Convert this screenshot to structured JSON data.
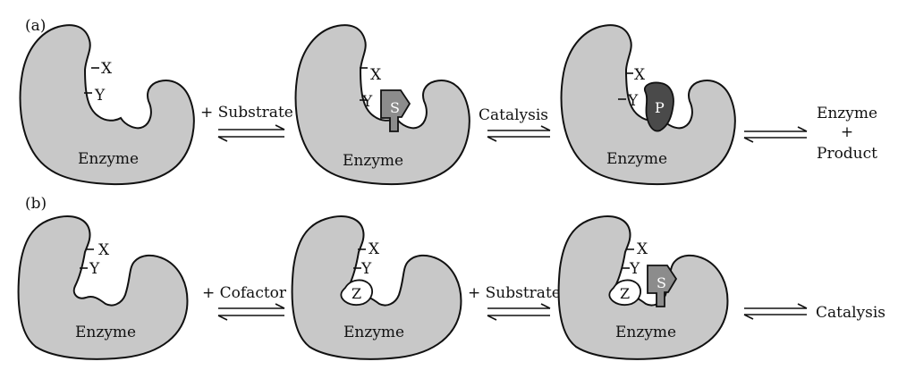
{
  "panels": {
    "a": {
      "label": "(a)",
      "steps": [
        {
          "site_x": "X",
          "site_y": "Y",
          "enzyme": "Enzyme"
        },
        {
          "site_x": "X",
          "site_y": "Y",
          "enzyme": "Enzyme",
          "substrate": "S"
        },
        {
          "site_x": "X",
          "site_y": "Y",
          "enzyme": "Enzyme",
          "product": "P"
        }
      ],
      "arrows": [
        "+ Substrate",
        "Catalysis"
      ],
      "result": {
        "line1": "Enzyme",
        "line2": "+",
        "line3": "Product"
      }
    },
    "b": {
      "label": "(b)",
      "steps": [
        {
          "site_x": "X",
          "site_y": "Y",
          "enzyme": "Enzyme"
        },
        {
          "site_x": "X",
          "site_y": "Y",
          "enzyme": "Enzyme",
          "cofactor": "Z"
        },
        {
          "site_x": "X",
          "site_y": "Y",
          "enzyme": "Enzyme",
          "cofactor": "Z",
          "substrate": "S"
        }
      ],
      "arrows": [
        "+ Cofactor",
        "+ Substrate"
      ],
      "result": {
        "line1": "Catalysis"
      }
    }
  },
  "colors": {
    "enzyme_fill": "#c8c8c8",
    "substrate_fill": "#8c8c8c",
    "product_fill": "#4a4a4a",
    "cofactor_fill": "#ffffff",
    "outline": "#111111"
  }
}
